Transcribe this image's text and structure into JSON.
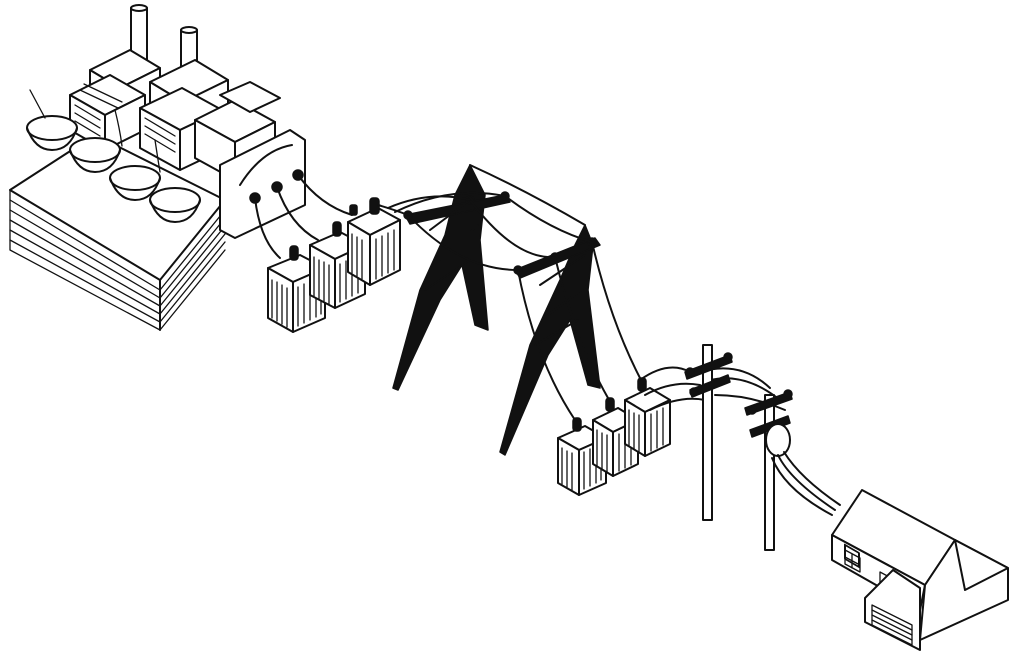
{
  "diagram": {
    "components": [
      {
        "id": "power-plant",
        "icon": "power-plant-icon"
      },
      {
        "id": "step-up-transformers",
        "icon": "transformer-icon",
        "count": 3
      },
      {
        "id": "transmission-tower-1",
        "icon": "lattice-tower-icon"
      },
      {
        "id": "transmission-tower-2",
        "icon": "lattice-tower-icon"
      },
      {
        "id": "step-down-transformers",
        "icon": "transformer-icon",
        "count": 3
      },
      {
        "id": "utility-pole-1",
        "icon": "utility-pole-icon"
      },
      {
        "id": "utility-pole-2",
        "icon": "utility-pole-icon"
      },
      {
        "id": "house",
        "icon": "house-icon"
      }
    ],
    "colors": {
      "ink": "#111111",
      "background": "#ffffff"
    }
  }
}
